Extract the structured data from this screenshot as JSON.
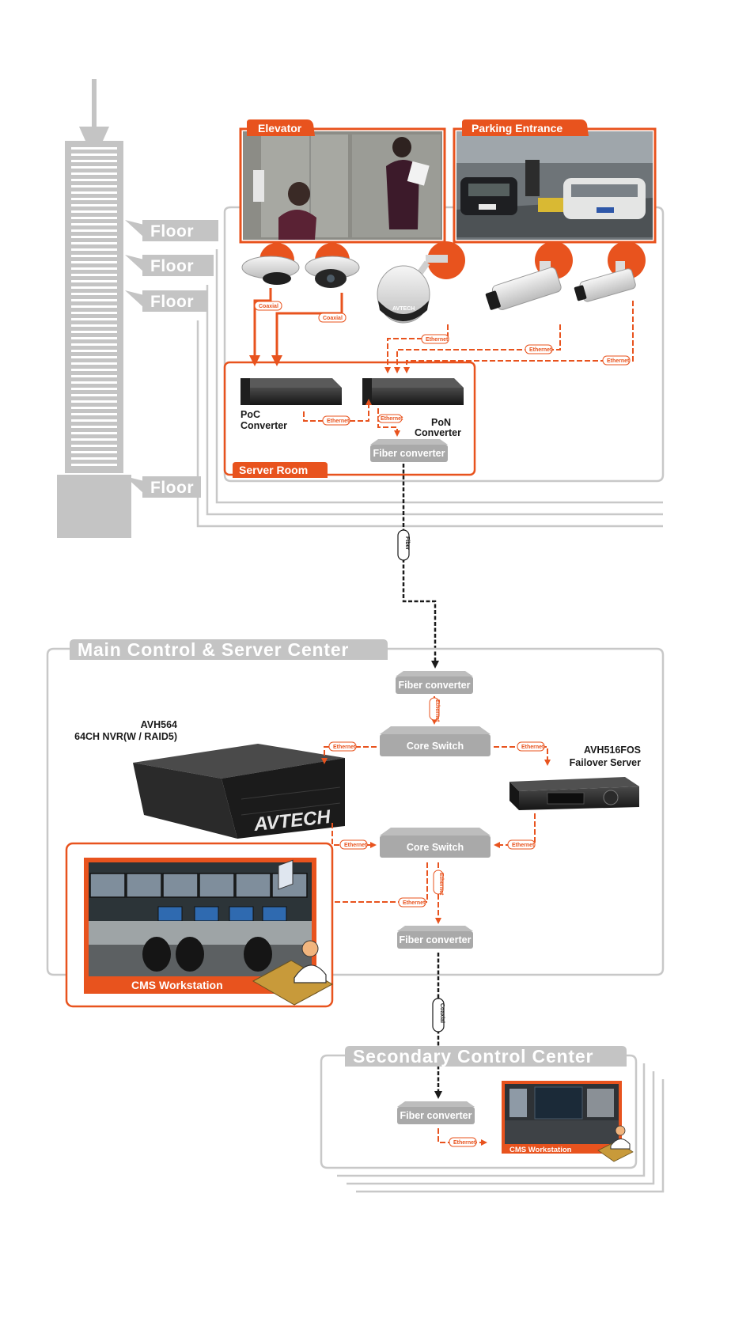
{
  "floors": [
    "Floor",
    "Floor",
    "Floor",
    "Floor"
  ],
  "scenes": {
    "elevator": "Elevator",
    "parking": "Parking Entrance"
  },
  "server_room": {
    "title": "Server Room",
    "poc_label_1": "PoC",
    "poc_label_2": "Converter",
    "pon_label_1": "PoN",
    "pon_label_2": "Converter",
    "fiber_converter": "Fiber converter"
  },
  "main_center": {
    "title": "Main Control & Server Center",
    "fiber_converter_top": "Fiber converter",
    "core_switch_1": "Core Switch",
    "core_switch_2": "Core Switch",
    "fiber_converter_bottom": "Fiber converter",
    "nvr_label_1": "AVH564",
    "nvr_label_2": "64CH NVR(W / RAID5)",
    "nvr_brand": "AVTECH",
    "failover_label_1": "AVH516FOS",
    "failover_label_2": "Failover Server",
    "cms_label": "CMS Workstation"
  },
  "secondary_center": {
    "title": "Secondary Control Center",
    "fiber_converter": "Fiber converter",
    "cms_label": "CMS Workstation"
  },
  "connections": {
    "coaxial": "Coaxial",
    "ethernet": "Ethernet",
    "fiber": "Fiber"
  },
  "colors": {
    "accent": "#e8531e",
    "frame_gray": "#c8c8c8",
    "box_gray": "#a9a9a9",
    "building_gray": "#c4c4c4"
  }
}
